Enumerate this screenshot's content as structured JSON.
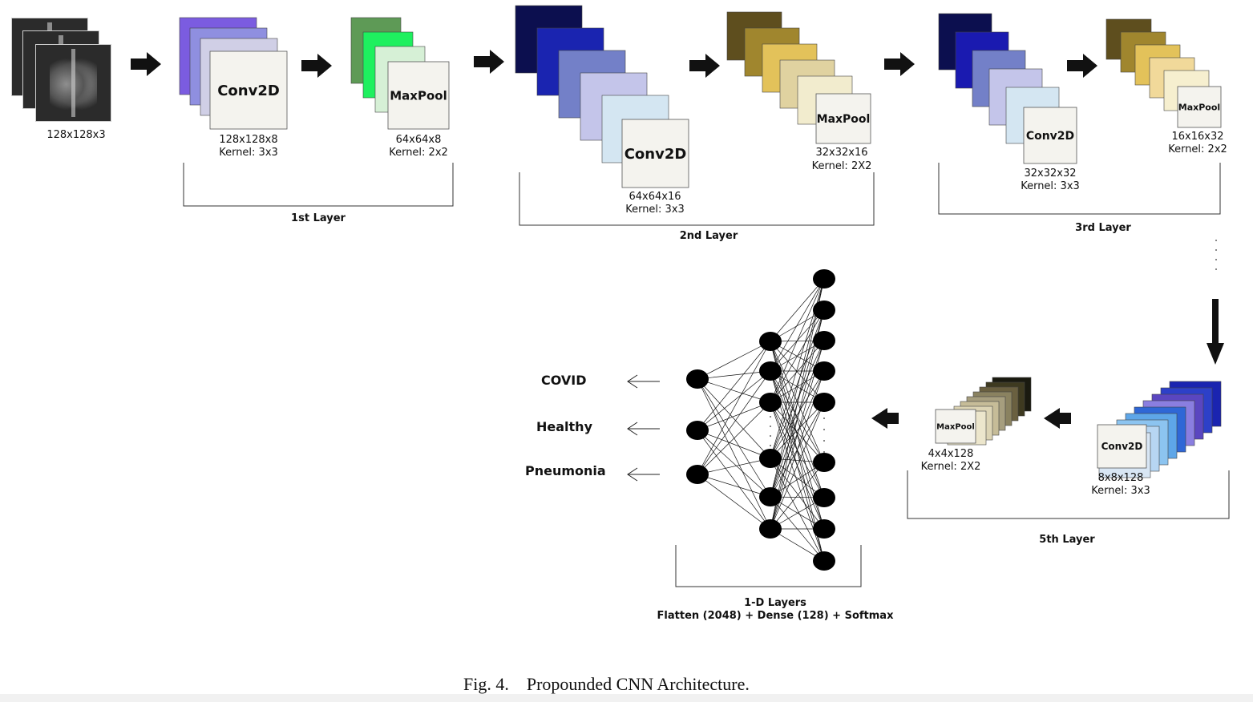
{
  "input": {
    "dims": "128x128x3"
  },
  "layer1": {
    "title": "1st Layer",
    "conv": {
      "name": "Conv2D",
      "dims": "128x128x8",
      "kernel": "Kernel: 3x3"
    },
    "pool": {
      "name": "MaxPool",
      "dims": "64x64x8",
      "kernel": "Kernel: 2x2"
    }
  },
  "layer2": {
    "title": "2nd Layer",
    "conv": {
      "name": "Conv2D",
      "dims": "64x64x16",
      "kernel": "Kernel: 3x3"
    },
    "pool": {
      "name": "MaxPool",
      "dims": "32x32x16",
      "kernel": "Kernel: 2X2"
    }
  },
  "layer3": {
    "title": "3rd Layer",
    "conv": {
      "name": "Conv2D",
      "dims": "32x32x32",
      "kernel": "Kernel: 3x3"
    },
    "pool": {
      "name": "MaxPool",
      "dims": "16x16x32",
      "kernel": "Kernel: 2x2"
    }
  },
  "layer5": {
    "title": "5th Layer",
    "conv": {
      "name": "Conv2D",
      "dims": "8x8x128",
      "kernel": "Kernel: 3x3"
    },
    "pool": {
      "name": "MaxPool",
      "dims": "4x4x128",
      "kernel": "Kernel: 2X2"
    }
  },
  "dense": {
    "title": "1-D Layers",
    "subtitle": "Flatten (2048) + Dense (128) + Softmax"
  },
  "classes": [
    "COVID",
    "Healthy",
    "Pneumonia"
  ],
  "caption": "Fig. 4. Propounded CNN Architecture.",
  "colors": {
    "conv1": [
      "#7b5ce0",
      "#8f8fe0",
      "#d0cfe6"
    ],
    "pool1": [
      "#5e9a56",
      "#1ef05f",
      "#d6f0d6"
    ],
    "conv2": [
      "#0c0f4f",
      "#1a24b0",
      "#7380c8",
      "#c4c5ea",
      "#d4e6f2"
    ],
    "pool2": [
      "#5e4e1e",
      "#a0862e",
      "#e3c25a",
      "#e0d2a0",
      "#f2ecce"
    ],
    "conv3": [
      "#0c0f4f",
      "#1a1ab0",
      "#7380c8",
      "#c4c5ea",
      "#d4e6f2"
    ],
    "pool3": [
      "#5e4e1e",
      "#a0862e",
      "#e3c25a",
      "#f1d99a",
      "#f6efcf"
    ],
    "conv5": [
      "#1a24b0",
      "#2d40c8",
      "#5a46c0",
      "#8a7ee0",
      "#2f67d6",
      "#5ea6e8",
      "#8cc4f0",
      "#b7d6f2",
      "#d8e6f4"
    ],
    "pool5": [
      "#1a1a10",
      "#3e3a20",
      "#6a6040",
      "#8a8260",
      "#a69e7e",
      "#c6bc98",
      "#dcd4b4",
      "#ece6cc"
    ],
    "box_fill": "#f4f3ee"
  }
}
